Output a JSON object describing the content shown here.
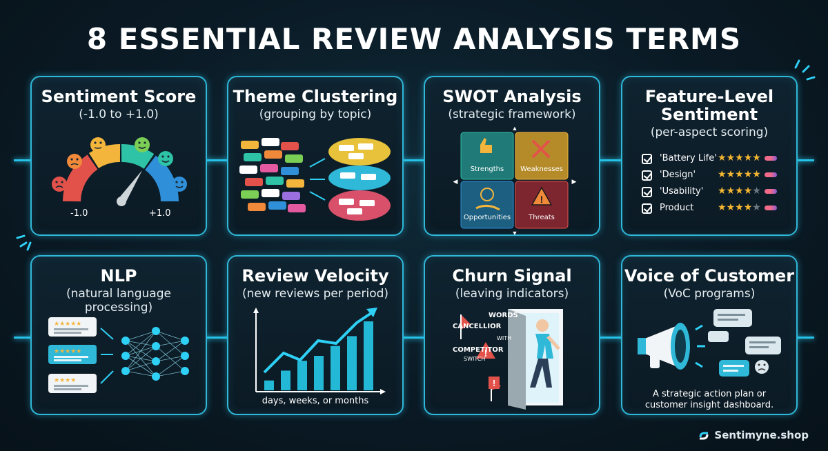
{
  "title": "8 ESSENTIAL REVIEW ANALYSIS TERMS",
  "cards": [
    {
      "title": "Sentiment Score",
      "subtitle": "(-1.0 to +1.0)",
      "labels": {
        "min": "-1.0",
        "max": "+1.0"
      }
    },
    {
      "title": "Theme Clustering",
      "subtitle": "(grouping by topic)"
    },
    {
      "title": "SWOT Analysis",
      "subtitle": "(strategic framework)",
      "quadrants": [
        "Strengths",
        "Weaknesses",
        "Opportunities",
        "Threats"
      ]
    },
    {
      "title": "Feature-Level",
      "title2": "Sentiment",
      "subtitle": "(per-aspect scoring)",
      "features": [
        {
          "label": "'Battery Life'",
          "stars": "★★★★★",
          "rating": 5
        },
        {
          "label": "'Design'",
          "stars": "★★★★★",
          "rating": 5
        },
        {
          "label": "'Usability'",
          "stars": "★★★★★",
          "rating": 4
        },
        {
          "label": "Product",
          "stars": "★★★★★",
          "rating": 4
        }
      ]
    },
    {
      "title": "NLP",
      "subtitle": "(natural language processing)"
    },
    {
      "title": "Review Velocity",
      "subtitle": "(new reviews per period)",
      "axis_label": "days, weeks, or months",
      "bars": [
        1,
        2,
        3,
        3.5,
        4.5,
        5.5,
        7
      ]
    },
    {
      "title": "Churn Signal",
      "subtitle": "(leaving indicators)",
      "words": [
        "WORDS",
        "CANCELLIOR",
        "WITH",
        "COMPETITOR",
        "SWITCH"
      ]
    },
    {
      "title": "Voice of Customer",
      "subtitle": "(VoC programs)",
      "caption1": "A strategic action plan or",
      "caption2": "customer insight dashboard."
    }
  ],
  "brand": "Sentimyne.shop",
  "colors": {
    "accent": "#2fb8d8",
    "star": "#f5b731",
    "bar": "#22b8d6"
  }
}
